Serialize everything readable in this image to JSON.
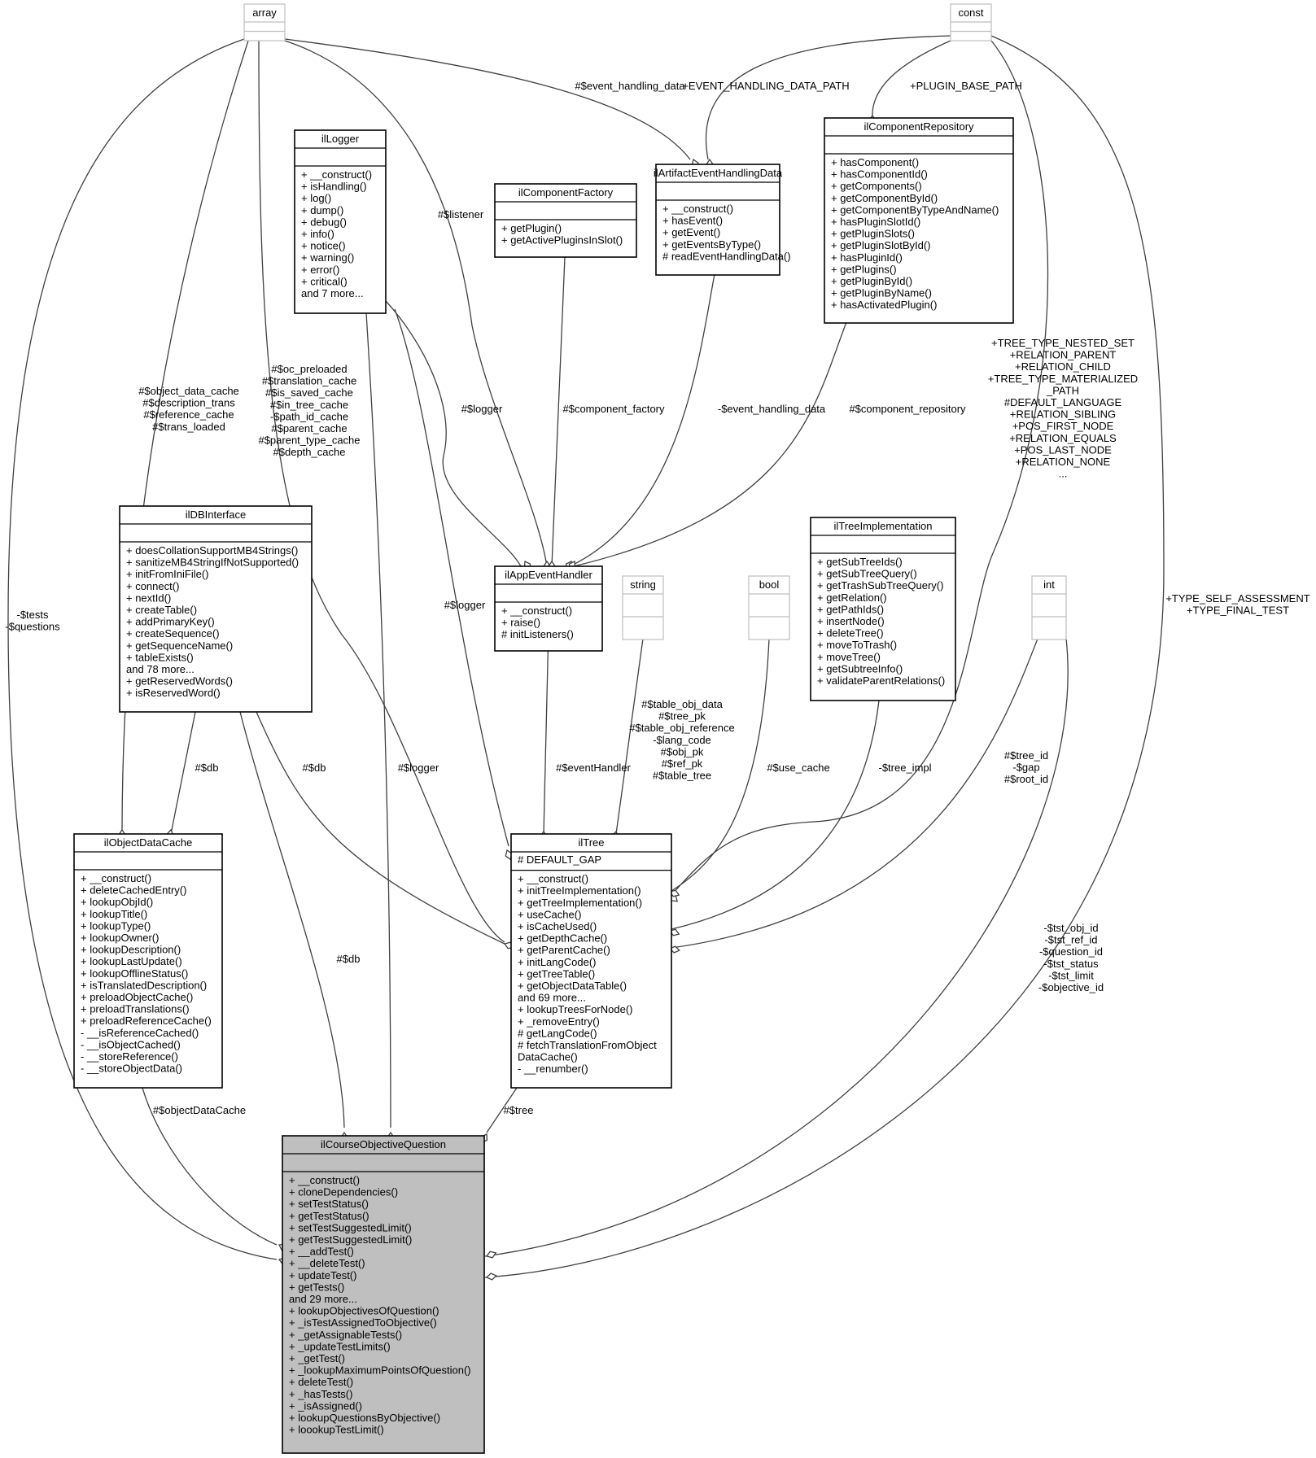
{
  "classes": {
    "array": {
      "title": "array",
      "attrs": [],
      "ops": []
    },
    "const": {
      "title": "const",
      "attrs": [],
      "ops": []
    },
    "string": {
      "title": "string",
      "attrs": [],
      "ops": []
    },
    "bool": {
      "title": "bool",
      "attrs": [],
      "ops": []
    },
    "int": {
      "title": "int",
      "attrs": [],
      "ops": []
    },
    "ilLogger": {
      "title": "ilLogger",
      "attrs": [],
      "ops": [
        "+ __construct()",
        "+ isHandling()",
        "+ log()",
        "+ dump()",
        "+ debug()",
        "+ info()",
        "+ notice()",
        "+ warning()",
        "+ error()",
        "+ critical()",
        "and 7 more..."
      ]
    },
    "ilComponentFactory": {
      "title": "ilComponentFactory",
      "attrs": [],
      "ops": [
        "+ getPlugin()",
        "+ getActivePluginsInSlot()"
      ]
    },
    "ilArtifactEventHandlingData": {
      "title": "ilArtifactEventHandlingData",
      "attrs": [],
      "ops": [
        "+ __construct()",
        "+ hasEvent()",
        "+ getEvent()",
        "+ getEventsByType()",
        "# readEventHandlingData()"
      ]
    },
    "ilComponentRepository": {
      "title": "ilComponentRepository",
      "attrs": [],
      "ops": [
        "+ hasComponent()",
        "+ hasComponentId()",
        "+ getComponents()",
        "+ getComponentById()",
        "+ getComponentByTypeAndName()",
        "+ hasPluginSlotId()",
        "+ getPluginSlots()",
        "+ getPluginSlotById()",
        "+ hasPluginId()",
        "+ getPlugins()",
        "+ getPluginById()",
        "+ getPluginByName()",
        "+ hasActivatedPlugin()"
      ]
    },
    "ilDBInterface": {
      "title": "ilDBInterface",
      "attrs": [],
      "ops": [
        "+ doesCollationSupportMB4Strings()",
        "+ sanitizeMB4StringIfNotSupported()",
        "+ initFromIniFile()",
        "+ connect()",
        "+ nextId()",
        "+ createTable()",
        "+ addPrimaryKey()",
        "+ createSequence()",
        "+ getSequenceName()",
        "+ tableExists()",
        "and 78 more...",
        "+ getReservedWords()",
        "+ isReservedWord()"
      ]
    },
    "ilAppEventHandler": {
      "title": "ilAppEventHandler",
      "attrs": [],
      "ops": [
        "+ __construct()",
        "+ raise()",
        "# initListeners()"
      ]
    },
    "ilTreeImplementation": {
      "title": "ilTreeImplementation",
      "attrs": [],
      "ops": [
        "+ getSubTreeIds()",
        "+ getSubTreeQuery()",
        "+ getTrashSubTreeQuery()",
        "+ getRelation()",
        "+ getPathIds()",
        "+ insertNode()",
        "+ deleteTree()",
        "+ moveToTrash()",
        "+ moveTree()",
        "+ getSubtreeInfo()",
        "+ validateParentRelations()"
      ]
    },
    "ilObjectDataCache": {
      "title": "ilObjectDataCache",
      "attrs": [],
      "ops": [
        "+ __construct()",
        "+ deleteCachedEntry()",
        "+ lookupObjId()",
        "+ lookupTitle()",
        "+ lookupType()",
        "+ lookupOwner()",
        "+ lookupDescription()",
        "+ lookupLastUpdate()",
        "+ lookupOfflineStatus()",
        "+ isTranslatedDescription()",
        "+ preloadObjectCache()",
        "+ preloadTranslations()",
        "+ preloadReferenceCache()",
        "- __isReferenceCached()",
        "- __isObjectCached()",
        "- __storeReference()",
        "- __storeObjectData()"
      ]
    },
    "ilTree": {
      "title": "ilTree",
      "attrs": [
        "# DEFAULT_GAP"
      ],
      "ops": [
        "+ __construct()",
        "+ initTreeImplementation()",
        "+ getTreeImplementation()",
        "+ useCache()",
        "+ isCacheUsed()",
        "+ getDepthCache()",
        "+ getParentCache()",
        "+ initLangCode()",
        "+ getTreeTable()",
        "+ getObjectDataTable()",
        "and 69 more...",
        "+ lookupTreesForNode()",
        "+ _removeEntry()",
        "# getLangCode()",
        "# fetchTranslationFromObject",
        "DataCache()",
        "- __renumber()"
      ]
    },
    "ilCourseObjectiveQuestion": {
      "title": "ilCourseObjectiveQuestion",
      "attrs": [],
      "ops": [
        "+ __construct()",
        "+ cloneDependencies()",
        "+ setTestStatus()",
        "+ getTestStatus()",
        "+ setTestSuggestedLimit()",
        "+ getTestSuggestedLimit()",
        "+ __addTest()",
        "+ __deleteTest()",
        "+ updateTest()",
        "+ getTests()",
        "and 29 more...",
        "+ lookupObjectivesOfQuestion()",
        "+ _isTestAssignedToObjective()",
        "+ _getAssignableTests()",
        "+ _updateTestLimits()",
        "+ _getTest()",
        "+ _lookupMaximumPointsOfQuestion()",
        "+ deleteTest()",
        "+ _hasTests()",
        "+ _isAssigned()",
        "+ lookupQuestionsByObjective()",
        "+ loookupTestLimit()"
      ]
    }
  },
  "edge_labels": {
    "tests_questions": [
      "-$tests",
      "-$questions"
    ],
    "object_data_cache": [
      "#$object_data_cache",
      "#$description_trans",
      "#$reference_cache",
      "#$trans_loaded"
    ],
    "oc_preloaded": [
      "#$oc_preloaded",
      "#$translation_cache",
      "#$is_saved_cache",
      "#$in_tree_cache",
      "-$path_id_cache",
      "#$parent_cache",
      "#$parent_type_cache",
      "#$depth_cache"
    ],
    "listener": [
      "#$listener"
    ],
    "event_handling_data": [
      "#$event_handling_data"
    ],
    "event_handling_data_path": [
      "+EVENT_HANDLING_DATA_PATH"
    ],
    "plugin_base_path": [
      "+PLUGIN_BASE_PATH"
    ],
    "logger_appevent": [
      "#$logger"
    ],
    "component_factory": [
      "#$component_factory"
    ],
    "private_event_handling_data": [
      "-$event_handling_data"
    ],
    "component_repository": [
      "#$component_repository"
    ],
    "tree_consts": [
      "+TREE_TYPE_NESTED_SET",
      "+RELATION_PARENT",
      "+RELATION_CHILD",
      "+TREE_TYPE_MATERIALIZED",
      "_PATH",
      "#DEFAULT_LANGUAGE",
      "+RELATION_SIBLING",
      "+POS_FIRST_NODE",
      "+RELATION_EQUALS",
      "+POS_LAST_NODE",
      "+RELATION_NONE",
      "..."
    ],
    "type_consts": [
      "+TYPE_SELF_ASSESSMENT",
      "+TYPE_FINAL_TEST"
    ],
    "logger_tree": [
      "#$logger"
    ],
    "db_cache": [
      "#$db"
    ],
    "db_tree": [
      "#$db"
    ],
    "logger_question": [
      "#$logger"
    ],
    "event_handler": [
      "#$eventHandler"
    ],
    "string_tree": [
      "#$table_obj_data",
      "#$tree_pk",
      "#$table_obj_reference",
      "-$lang_code",
      "#$obj_pk",
      "#$ref_pk",
      "#$table_tree"
    ],
    "use_cache": [
      "#$use_cache"
    ],
    "tree_impl": [
      "-$tree_impl"
    ],
    "int_tree": [
      "#$tree_id",
      "-$gap",
      "#$root_id"
    ],
    "int_question": [
      "-$tst_obj_id",
      "-$tst_ref_id",
      "-$question_id",
      "-$tst_status",
      "-$tst_limit",
      "-$objective_id"
    ],
    "db_question": [
      "#$db"
    ],
    "object_data_cache_question": [
      "#$objectDataCache"
    ],
    "tree_question": [
      "#$tree"
    ]
  }
}
